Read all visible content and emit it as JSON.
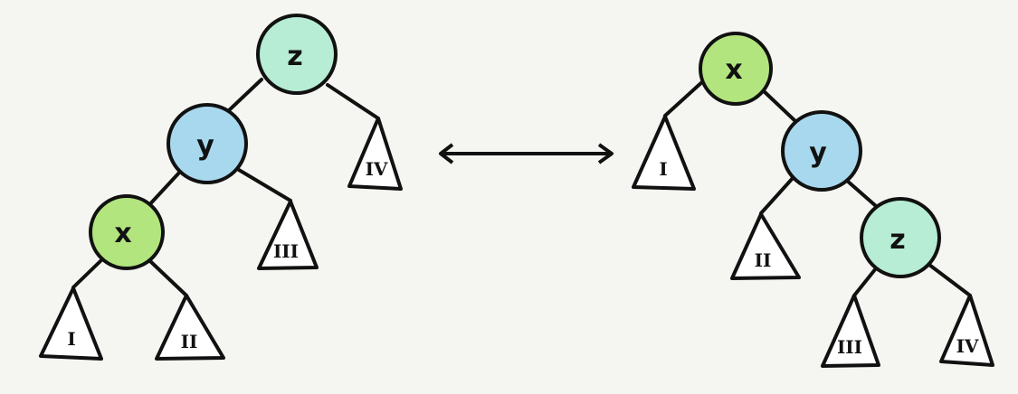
{
  "colors": {
    "background": "#f5f6f1",
    "node_z": "#b6edd4",
    "node_y": "#a8d8ee",
    "node_x": "#b3e57e",
    "stroke": "#111111"
  },
  "left_tree": {
    "node_z": "z",
    "node_y": "y",
    "node_x": "x",
    "subtree_1": "I",
    "subtree_2": "II",
    "subtree_3": "III",
    "subtree_4": "IV"
  },
  "right_tree": {
    "node_x": "x",
    "node_y": "y",
    "node_z": "z",
    "subtree_1": "I",
    "subtree_2": "II",
    "subtree_3": "III",
    "subtree_4": "IV"
  },
  "arrow": {
    "direction": "bidirectional"
  }
}
